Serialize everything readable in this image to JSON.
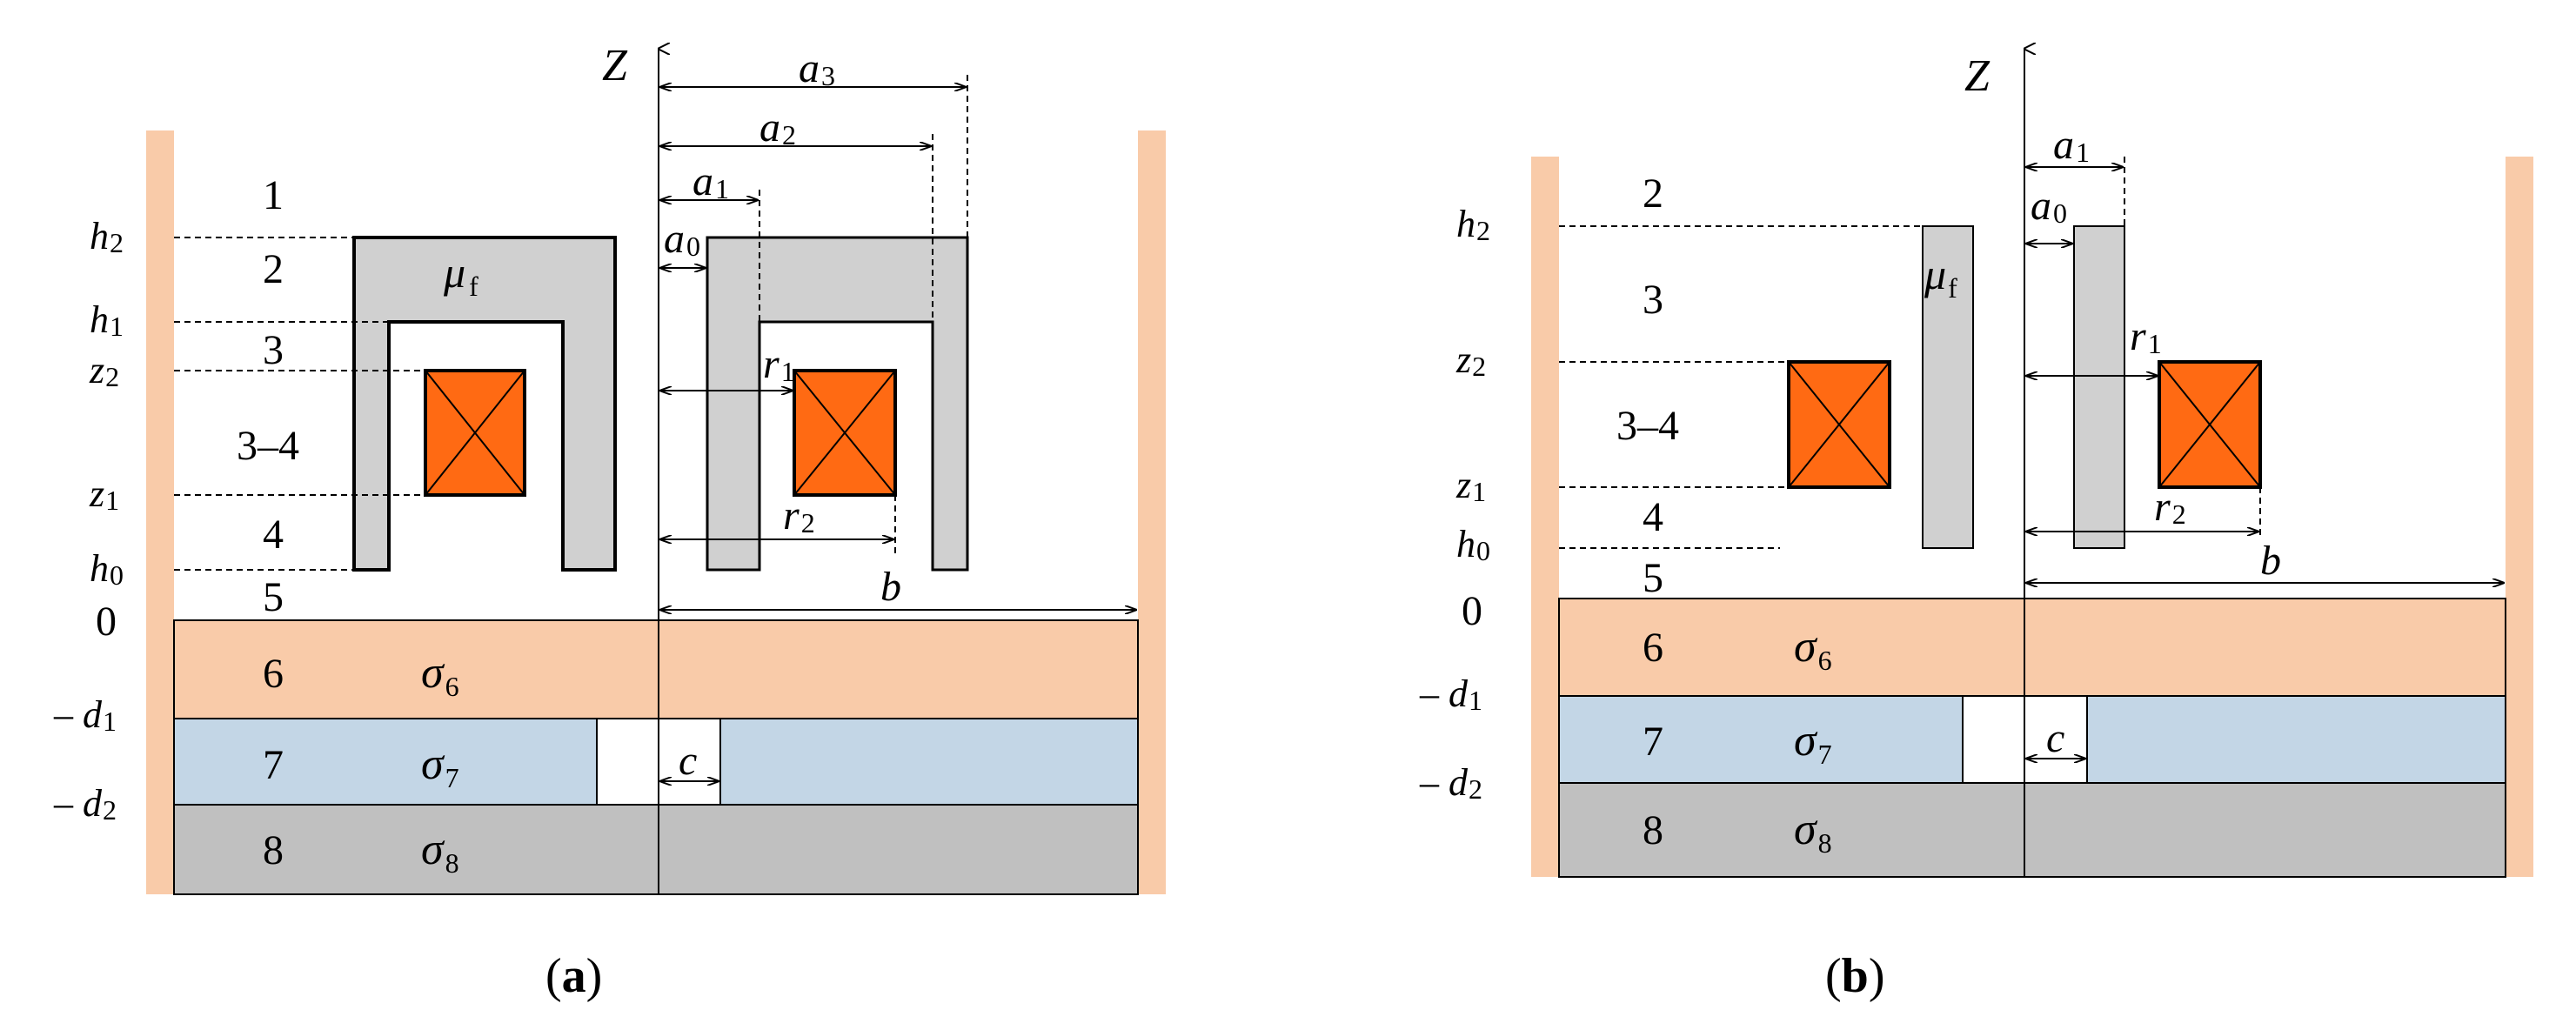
{
  "colors": {
    "wall": "#f9cba9",
    "layer6": "#f9cba9",
    "layer7": "#c3d6e6",
    "layer8": "#c0c0c0",
    "core": "#d0d0d0",
    "coil": "#ff6a13",
    "stroke": "#000000"
  },
  "axis": {
    "z": "Z"
  },
  "panel_a": {
    "caption": {
      "open": "(",
      "letter": "a",
      "close": ")"
    },
    "regions": [
      "1",
      "2",
      "3",
      "3–4",
      "4",
      "5",
      "6",
      "7",
      "8"
    ],
    "levels": [
      {
        "base": "h",
        "sub": "2"
      },
      {
        "base": "h",
        "sub": "1"
      },
      {
        "base": "z",
        "sub": "2"
      },
      {
        "base": "z",
        "sub": "1"
      },
      {
        "base": "h",
        "sub": "0"
      },
      {
        "base": "0",
        "sub": ""
      },
      {
        "base": "– d",
        "sub": "1"
      },
      {
        "base": "– d",
        "sub": "2"
      }
    ],
    "dims": [
      {
        "base": "a",
        "sub": "3"
      },
      {
        "base": "a",
        "sub": "2"
      },
      {
        "base": "a",
        "sub": "1"
      },
      {
        "base": "a",
        "sub": "0"
      },
      {
        "base": "r",
        "sub": "1"
      },
      {
        "base": "r",
        "sub": "2"
      },
      {
        "base": "b",
        "sub": ""
      },
      {
        "base": "c",
        "sub": ""
      }
    ],
    "mu": {
      "base": "μ",
      "sub": "f"
    },
    "sigmas": [
      {
        "base": "σ",
        "sub": "6"
      },
      {
        "base": "σ",
        "sub": "7"
      },
      {
        "base": "σ",
        "sub": "8"
      }
    ]
  },
  "panel_b": {
    "caption": {
      "open": "(",
      "letter": "b",
      "close": ")"
    },
    "regions": [
      "2",
      "3",
      "3–4",
      "4",
      "5",
      "6",
      "7",
      "8"
    ],
    "levels": [
      {
        "base": "h",
        "sub": "2"
      },
      {
        "base": "z",
        "sub": "2"
      },
      {
        "base": "z",
        "sub": "1"
      },
      {
        "base": "h",
        "sub": "0"
      },
      {
        "base": "0",
        "sub": ""
      },
      {
        "base": "– d",
        "sub": "1"
      },
      {
        "base": "– d",
        "sub": "2"
      }
    ],
    "dims": [
      {
        "base": "a",
        "sub": "1"
      },
      {
        "base": "a",
        "sub": "0"
      },
      {
        "base": "r",
        "sub": "1"
      },
      {
        "base": "r",
        "sub": "2"
      },
      {
        "base": "b",
        "sub": ""
      },
      {
        "base": "c",
        "sub": ""
      }
    ],
    "mu": {
      "base": "μ",
      "sub": "f"
    },
    "sigmas": [
      {
        "base": "σ",
        "sub": "6"
      },
      {
        "base": "σ",
        "sub": "7"
      },
      {
        "base": "σ",
        "sub": "8"
      }
    ]
  }
}
